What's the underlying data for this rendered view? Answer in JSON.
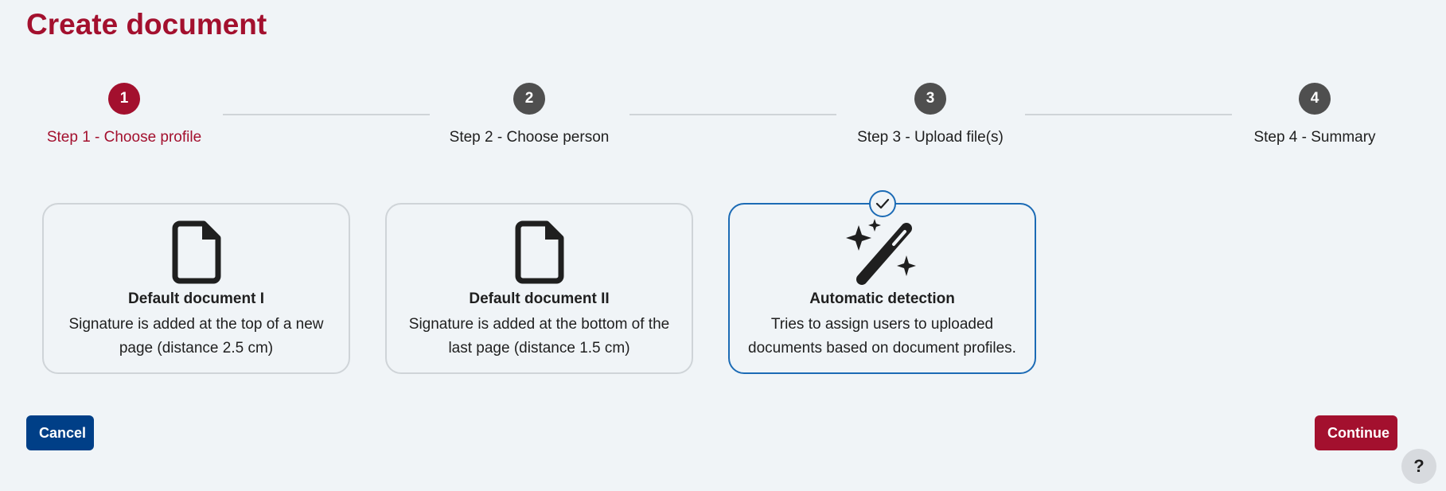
{
  "page": {
    "title": "Create document"
  },
  "stepper": {
    "steps": [
      {
        "number": "1",
        "label": "Step 1 - Choose profile",
        "active": true
      },
      {
        "number": "2",
        "label": "Step 2 - Choose person",
        "active": false
      },
      {
        "number": "3",
        "label": "Step 3 - Upload file(s)",
        "active": false
      },
      {
        "number": "4",
        "label": "Step 4 - Summary",
        "active": false
      }
    ]
  },
  "profiles": [
    {
      "title": "Default document I",
      "description": "Signature is added at the top of a new page (distance 2.5 cm)",
      "icon": "file-icon",
      "selected": false
    },
    {
      "title": "Default document II",
      "description": "Signature is added at the bottom of the last page (distance 1.5 cm)",
      "icon": "file-icon",
      "selected": false
    },
    {
      "title": "Automatic detection",
      "description": "Tries to assign users to uploaded documents based on document profiles.",
      "icon": "magic-wand-icon",
      "selected": true
    }
  ],
  "actions": {
    "cancel_label": "Cancel",
    "continue_label": "Continue",
    "help_label": "?"
  },
  "colors": {
    "brand": "#a3102e",
    "primary": "#003f87",
    "selected_border": "#1c6bb5",
    "inactive_step": "#4f4f4f"
  }
}
